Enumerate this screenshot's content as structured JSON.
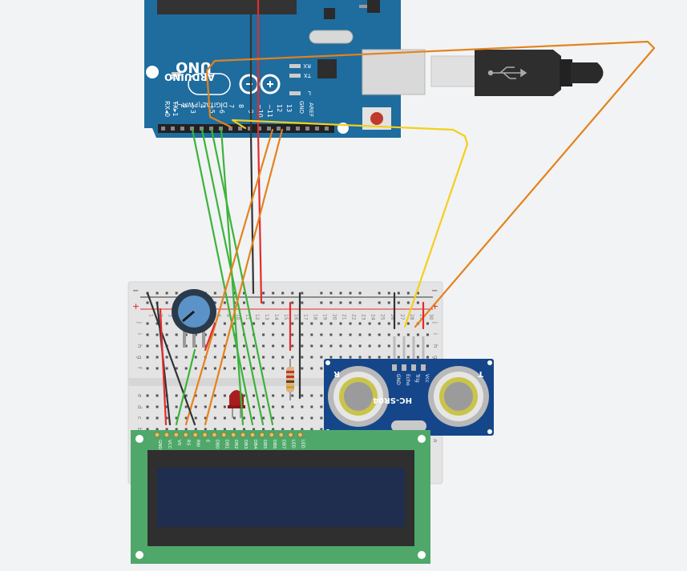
{
  "arduino": {
    "brand": "ARDUINO",
    "model": "UNO",
    "on_label": "ON",
    "rx_label": "RX",
    "tx_label": "TX",
    "l_label": "L",
    "digital_label": "DIGITAL (PWM~)",
    "rx0_label": "RX◂0",
    "tx1_label": "TX▸1",
    "aref_label": "AREF",
    "gnd_label": "GND",
    "pin_numbers": [
      "2",
      "~3",
      "4",
      "~5",
      "~6",
      "7",
      "8",
      "~9",
      "~10",
      "~11",
      "12",
      "13"
    ]
  },
  "breadboard": {
    "column_numbers": [
      "1",
      "2",
      "3",
      "4",
      "5",
      "6",
      "7",
      "8",
      "9",
      "10",
      "11",
      "12",
      "13",
      "14",
      "15",
      "16",
      "17",
      "18",
      "19",
      "20",
      "21",
      "22",
      "23",
      "24",
      "25",
      "26",
      "27",
      "28",
      "29",
      "30"
    ],
    "row_letters_top": [
      "j",
      "i",
      "h",
      "g",
      "f"
    ],
    "row_letters_bottom": [
      "e",
      "d",
      "c",
      "b",
      "a"
    ],
    "plus_label": "+",
    "minus_label": "−"
  },
  "sensor": {
    "model": "HC-SR04",
    "pins": [
      "Vcc",
      "Trig",
      "Echo",
      "GND"
    ],
    "t_label": "T",
    "r_label": "R"
  },
  "lcd": {
    "pins": [
      "GND",
      "VCC",
      "V0",
      "RS",
      "RW",
      "E",
      "DB0",
      "DB1",
      "DB2",
      "DB3",
      "DB4",
      "DB5",
      "DB6",
      "DB7",
      "LED",
      "LED"
    ]
  },
  "colors": {
    "arduino_blue": "#1f6c9e",
    "breadboard": "#e4e4e4",
    "sensor_blue": "#15468a",
    "lcd_green": "#4fa86a",
    "lcd_screen": "#1f2e4f",
    "wire_green": "#3bb33b",
    "wire_orange": "#e4821c",
    "wire_yellow": "#f4cf1a",
    "wire_red": "#e32b2b",
    "wire_black": "#333333"
  },
  "icons": {
    "usb_cable": "usb-icon",
    "potentiometer": "potentiometer-icon",
    "led": "led-icon",
    "resistor": "resistor-icon"
  }
}
